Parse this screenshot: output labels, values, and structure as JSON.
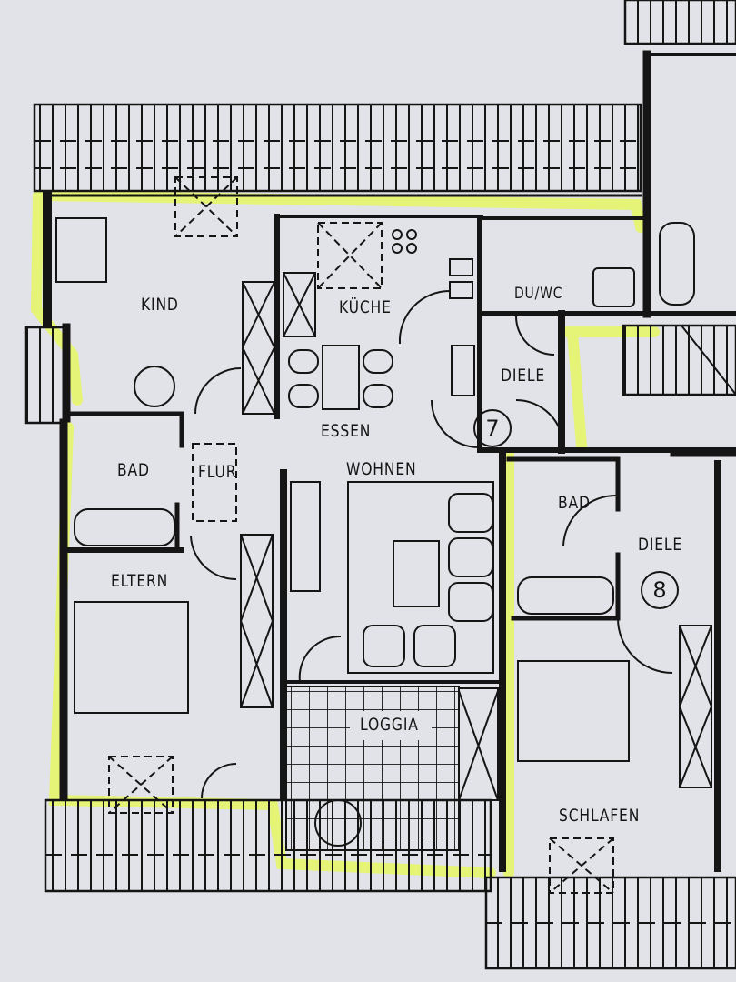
{
  "plan": {
    "colors": {
      "paper": "#e2e3e8",
      "ink": "#151515",
      "highlight": "#e6f56a"
    },
    "rooms": [
      {
        "id": "kind",
        "label": "KIND"
      },
      {
        "id": "kueche",
        "label": "KÜCHE"
      },
      {
        "id": "du_wc",
        "label": "DU/WC"
      },
      {
        "id": "diele_7",
        "label": "DIELE"
      },
      {
        "id": "essen",
        "label": "ESSEN"
      },
      {
        "id": "bad_7",
        "label": "BAD"
      },
      {
        "id": "flur",
        "label": "FLUR"
      },
      {
        "id": "wohnen",
        "label": "WOHNEN"
      },
      {
        "id": "eltern",
        "label": "ELTERN"
      },
      {
        "id": "loggia",
        "label": "LOGGIA"
      },
      {
        "id": "bad_8",
        "label": "BAD"
      },
      {
        "id": "diele_8",
        "label": "DIELE"
      },
      {
        "id": "schlafen",
        "label": "SCHLAFEN"
      }
    ],
    "units": [
      {
        "number": "7"
      },
      {
        "number": "8"
      }
    ]
  }
}
